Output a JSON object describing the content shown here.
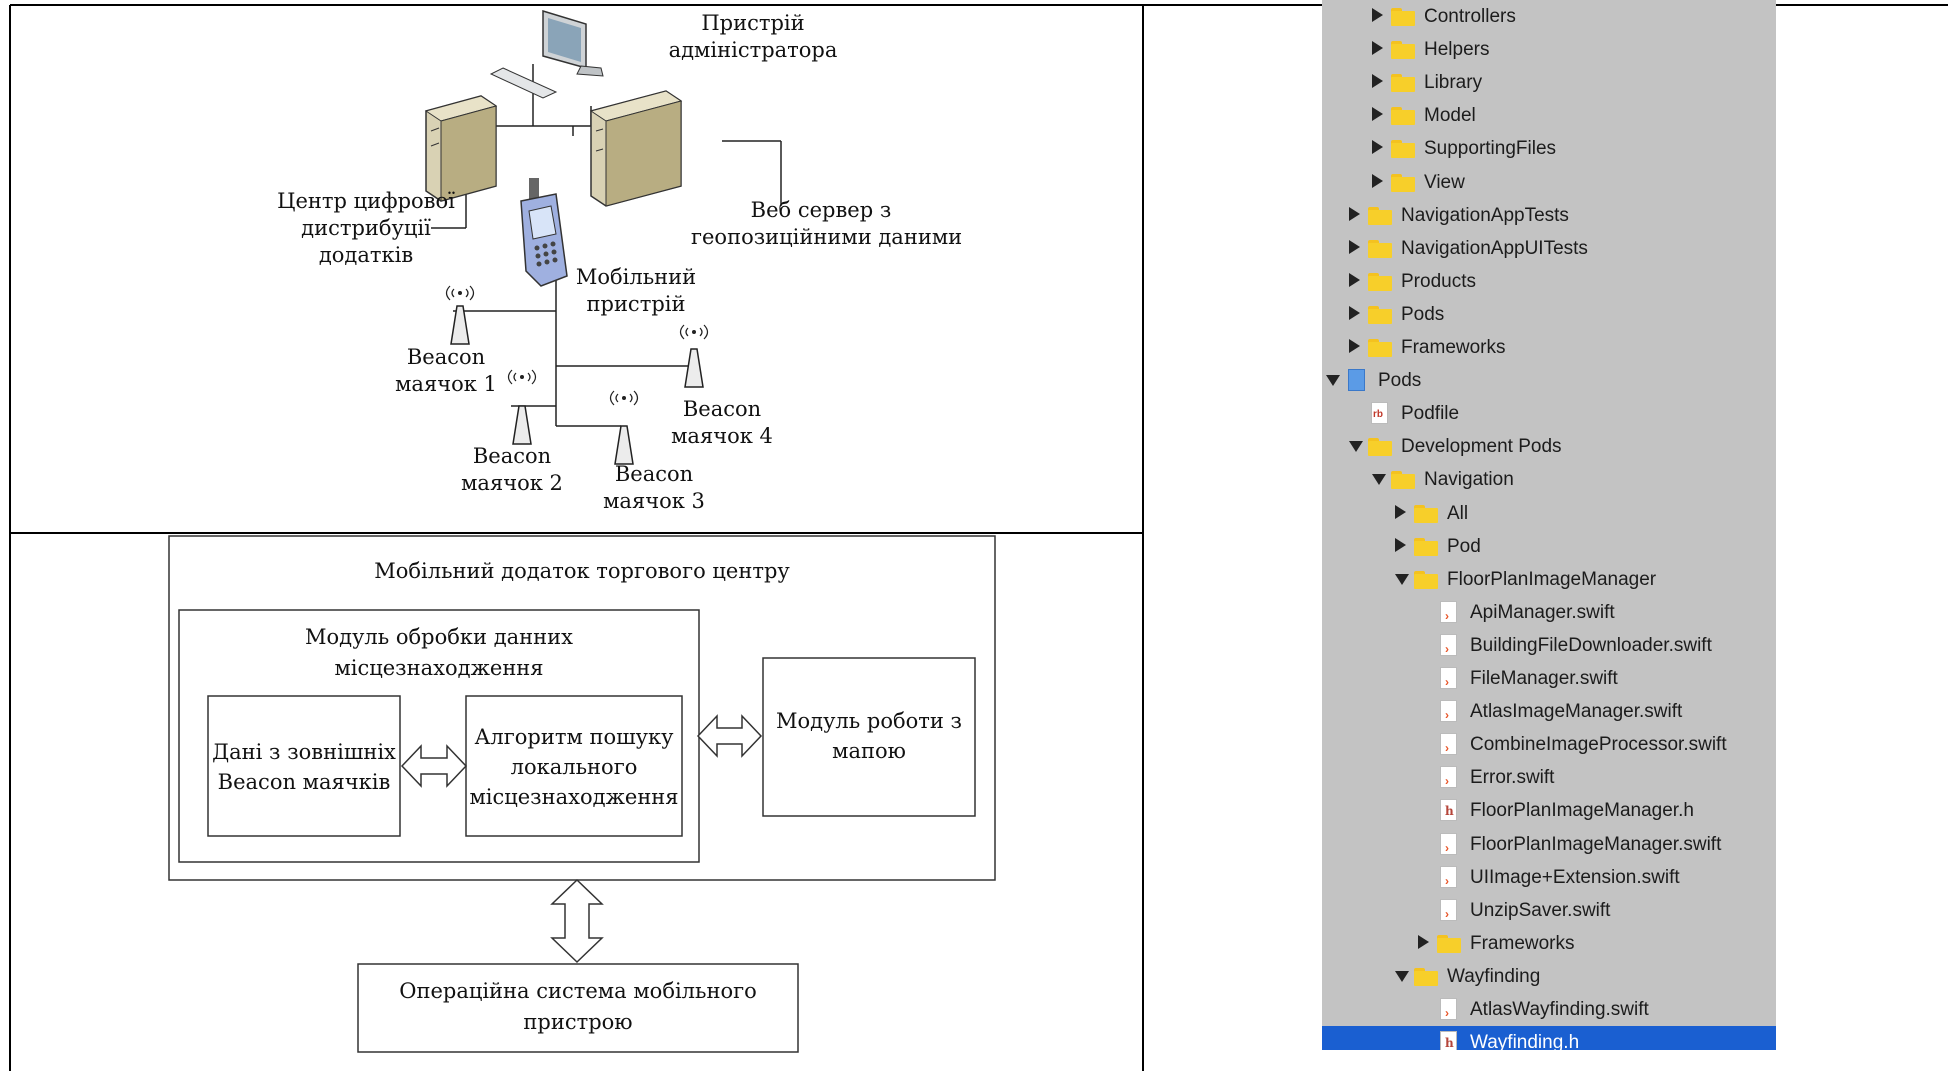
{
  "network_diagram": {
    "admin_device": "Пристрій\nадміністратора",
    "distribution_center": "Центр цифрової\nдистрибуції\nдодатків",
    "web_server": "Веб сервер з\nгеопозиційними даними",
    "mobile_device": "Мобільний\nпристрій",
    "beacon1": "Beacon\nмаячок 1",
    "beacon2": "Beacon\nмаячок 2",
    "beacon3": "Beacon\nмаячок 3",
    "beacon4": "Beacon\nмаячок 4"
  },
  "architecture_diagram": {
    "app_title": "Мобільний додаток торгового центру",
    "location_module": "Модуль обробки данних\nмісцезнаходження",
    "beacon_data": "Дані з зовнішніх\nBeacon маячків",
    "search_algorithm": "Алгоритм пошуку\nлокального\nмісцезнаходження",
    "map_module": "Модуль роботи з\nмапою",
    "os": "Операційна система мобільного\nпристрою"
  },
  "file_tree": [
    {
      "label": "Controllers",
      "kind": "folder",
      "level": 3,
      "state": "closed"
    },
    {
      "label": "Helpers",
      "kind": "folder",
      "level": 3,
      "state": "closed"
    },
    {
      "label": "Library",
      "kind": "folder",
      "level": 3,
      "state": "closed"
    },
    {
      "label": "Model",
      "kind": "folder",
      "level": 3,
      "state": "closed"
    },
    {
      "label": "SupportingFiles",
      "kind": "folder",
      "level": 3,
      "state": "closed"
    },
    {
      "label": "View",
      "kind": "folder",
      "level": 3,
      "state": "closed"
    },
    {
      "label": "NavigationAppTests",
      "kind": "folder",
      "level": 2,
      "state": "closed"
    },
    {
      "label": "NavigationAppUITests",
      "kind": "folder",
      "level": 2,
      "state": "closed"
    },
    {
      "label": "Products",
      "kind": "folder",
      "level": 2,
      "state": "closed"
    },
    {
      "label": "Pods",
      "kind": "folder",
      "level": 2,
      "state": "closed"
    },
    {
      "label": "Frameworks",
      "kind": "folder",
      "level": 2,
      "state": "closed"
    },
    {
      "label": "Pods",
      "kind": "project",
      "level": 1,
      "state": "open"
    },
    {
      "label": "Podfile",
      "kind": "ruby",
      "level": 2,
      "state": "none"
    },
    {
      "label": "Development Pods",
      "kind": "folder",
      "level": 2,
      "state": "open"
    },
    {
      "label": "Navigation",
      "kind": "folder",
      "level": 3,
      "state": "open"
    },
    {
      "label": "All",
      "kind": "folder",
      "level": 4,
      "state": "closed"
    },
    {
      "label": "Pod",
      "kind": "folder",
      "level": 4,
      "state": "closed"
    },
    {
      "label": "FloorPlanImageManager",
      "kind": "folder",
      "level": 4,
      "state": "open"
    },
    {
      "label": "ApiManager.swift",
      "kind": "swift",
      "level": 5,
      "state": "none"
    },
    {
      "label": "BuildingFileDownloader.swift",
      "kind": "swift",
      "level": 5,
      "state": "none"
    },
    {
      "label": "FileManager.swift",
      "kind": "swift",
      "level": 5,
      "state": "none"
    },
    {
      "label": "AtlasImageManager.swift",
      "kind": "swift",
      "level": 5,
      "state": "none"
    },
    {
      "label": "CombineImageProcessor.swift",
      "kind": "swift",
      "level": 5,
      "state": "none"
    },
    {
      "label": "Error.swift",
      "kind": "swift",
      "level": 5,
      "state": "none"
    },
    {
      "label": "FloorPlanImageManager.h",
      "kind": "header",
      "level": 5,
      "state": "none"
    },
    {
      "label": "FloorPlanImageManager.swift",
      "kind": "swift",
      "level": 5,
      "state": "none"
    },
    {
      "label": "UIImage+Extension.swift",
      "kind": "swift",
      "level": 5,
      "state": "none"
    },
    {
      "label": "UnzipSaver.swift",
      "kind": "swift",
      "level": 5,
      "state": "none"
    },
    {
      "label": "Frameworks",
      "kind": "folder",
      "level": 5,
      "state": "closed"
    },
    {
      "label": "Wayfinding",
      "kind": "folder",
      "level": 4,
      "state": "open"
    },
    {
      "label": "AtlasWayfinding.swift",
      "kind": "swift",
      "level": 5,
      "state": "none"
    },
    {
      "label": "Wayfinding.h",
      "kind": "header",
      "level": 5,
      "state": "none",
      "selected": true
    }
  ],
  "colors": {
    "tree_bg": "#c3c3c3",
    "selection": "#1a5fd1",
    "folder": "#f7cf2a",
    "swift": "#e8562a",
    "header": "#b5453a"
  }
}
